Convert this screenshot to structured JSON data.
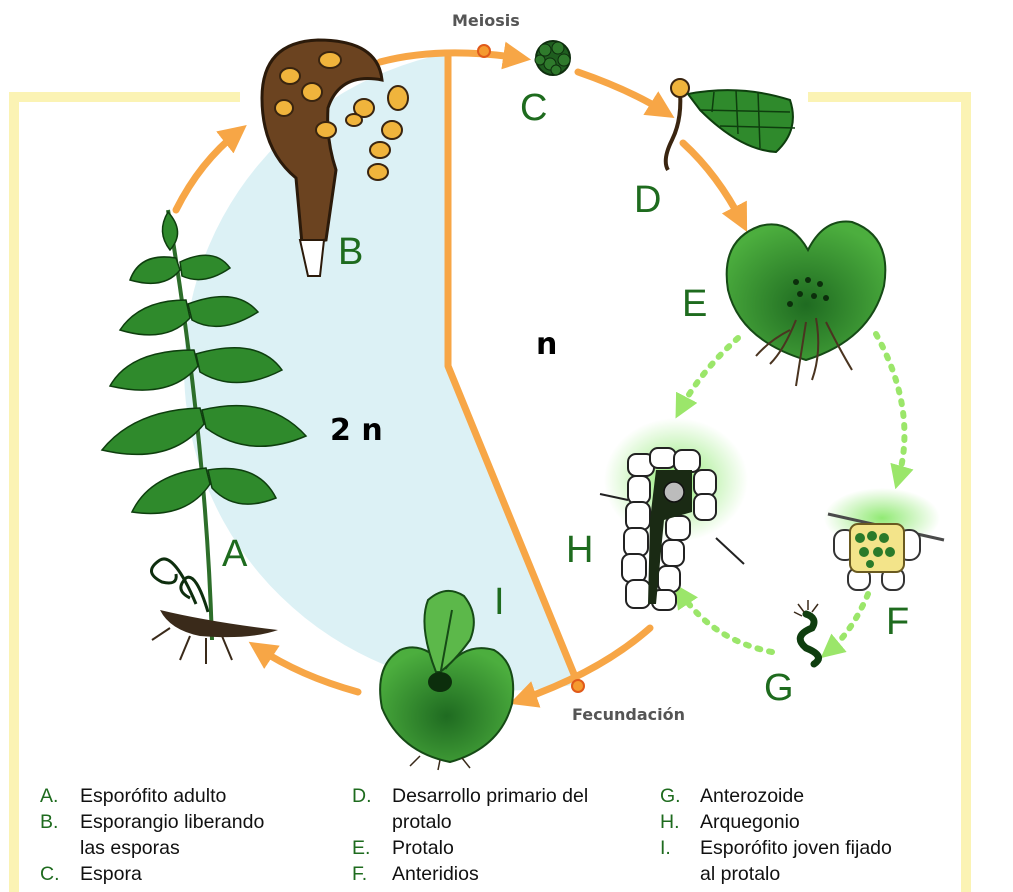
{
  "labels": {
    "meiosis": "Meiosis",
    "fertilization": "Fecundación",
    "diploid": "2 n",
    "haploid": "n"
  },
  "stages": {
    "A": "A",
    "B": "B",
    "C": "C",
    "D": "D",
    "E": "E",
    "F": "F",
    "G": "G",
    "H": "H",
    "I": "I"
  },
  "legend": {
    "col1": [
      {
        "key": "A.",
        "text": "Esporófito adulto"
      },
      {
        "key": "B.",
        "text": "Esporangio liberando\nlas esporas"
      },
      {
        "key": "C.",
        "text": "Espora"
      }
    ],
    "col2": [
      {
        "key": "D.",
        "text": "Desarrollo primario del\nprotalo"
      },
      {
        "key": "E.",
        "text": "Protalo"
      },
      {
        "key": "F.",
        "text": "Anteridios"
      }
    ],
    "col3": [
      {
        "key": "G.",
        "text": "Anterozoide"
      },
      {
        "key": "H.",
        "text": "Arquegonio"
      },
      {
        "key": "I.",
        "text": "Esporófito joven fijado\nal protalo"
      }
    ]
  },
  "colors": {
    "frame": "#fbf3b4",
    "diploid_fill": "#dcf1f5",
    "arrow": "#f7a646",
    "dotted": "#9be66a",
    "green": "#2d8a2f",
    "brown": "#5a3a1a",
    "letter": "#1e6b1e"
  }
}
